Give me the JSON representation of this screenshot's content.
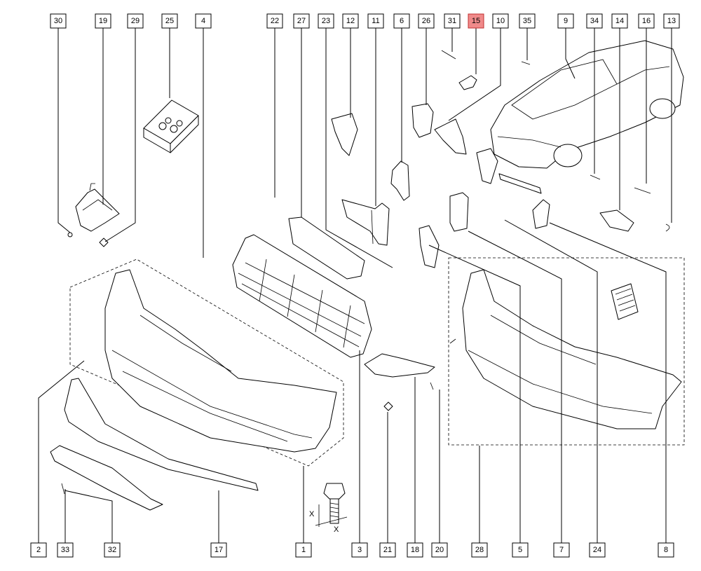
{
  "highlight_color": "#f08a8a",
  "callouts_top": [
    {
      "id": "c30",
      "label": "30"
    },
    {
      "id": "c19",
      "label": "19"
    },
    {
      "id": "c29",
      "label": "29"
    },
    {
      "id": "c25",
      "label": "25"
    },
    {
      "id": "c4",
      "label": "4"
    },
    {
      "id": "c22",
      "label": "22"
    },
    {
      "id": "c27",
      "label": "27"
    },
    {
      "id": "c23",
      "label": "23"
    },
    {
      "id": "c12",
      "label": "12"
    },
    {
      "id": "c11",
      "label": "11"
    },
    {
      "id": "c6",
      "label": "6"
    },
    {
      "id": "c26",
      "label": "26"
    },
    {
      "id": "c31",
      "label": "31"
    },
    {
      "id": "c15",
      "label": "15",
      "highlighted": true
    },
    {
      "id": "c10",
      "label": "10"
    },
    {
      "id": "c35",
      "label": "35"
    },
    {
      "id": "c9",
      "label": "9"
    },
    {
      "id": "c34",
      "label": "34"
    },
    {
      "id": "c14",
      "label": "14"
    },
    {
      "id": "c16",
      "label": "16"
    },
    {
      "id": "c13",
      "label": "13"
    }
  ],
  "callouts_bottom": [
    {
      "id": "c2",
      "label": "2"
    },
    {
      "id": "c33",
      "label": "33"
    },
    {
      "id": "c32",
      "label": "32"
    },
    {
      "id": "c17",
      "label": "17"
    },
    {
      "id": "c1",
      "label": "1"
    },
    {
      "id": "c3",
      "label": "3"
    },
    {
      "id": "c21",
      "label": "21"
    },
    {
      "id": "c18",
      "label": "18"
    },
    {
      "id": "c20",
      "label": "20"
    },
    {
      "id": "c28",
      "label": "28"
    },
    {
      "id": "c5",
      "label": "5"
    },
    {
      "id": "c7",
      "label": "7"
    },
    {
      "id": "c24",
      "label": "24"
    },
    {
      "id": "c8",
      "label": "8"
    }
  ],
  "bolt_dimension_label": "X"
}
